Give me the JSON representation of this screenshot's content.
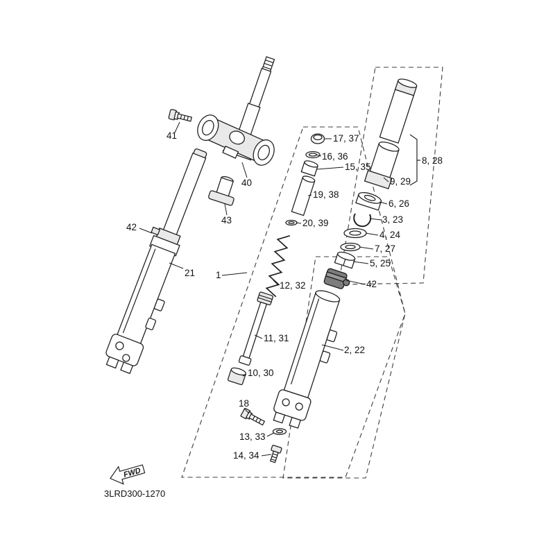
{
  "meta": {
    "drawing_number": "3LRD300-1270",
    "fwd_label": "FWD"
  },
  "callouts": {
    "c41": "41",
    "c40": "40",
    "c43": "43",
    "c42_left": "42",
    "c21": "21",
    "c1": "1",
    "c17_37": "17, 37",
    "c16_36": "16, 36",
    "c15_35": "15, 35",
    "c19_38": "19, 38",
    "c20_39": "20, 39",
    "c12_32": "12, 32",
    "c11_31": "11, 31",
    "c10_30": "10, 30",
    "c18": "18",
    "c13_33": "13, 33",
    "c14_34": "14, 34",
    "c8_28": "8, 28",
    "c9_29": "9, 29",
    "c6_26": "6, 26",
    "c3_23": "3, 23",
    "c4_24": "4, 24",
    "c7_27": "7, 27",
    "c5_25": "5, 25",
    "c42_right": "42",
    "c2_22": "2, 22"
  }
}
